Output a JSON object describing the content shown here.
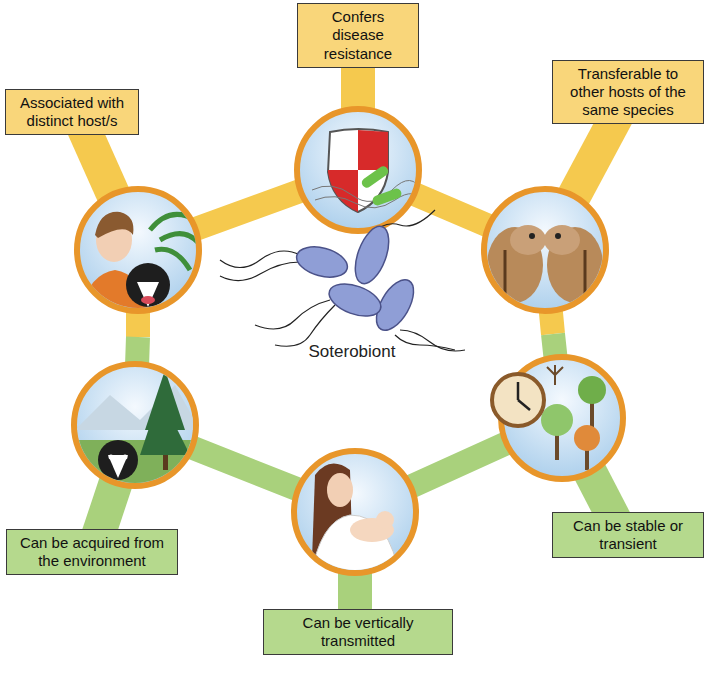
{
  "diagram": {
    "nodes": [
      {
        "text": [
          "Confers disease resistance"
        ]
      },
      {
        "text": [
          "Transferable to other hosts of the same species"
        ]
      },
      {
        "text": [
          "Can be stable or transient"
        ]
      },
      {
        "text": [
          "Can be vertically transmitted"
        ]
      },
      {
        "text": [
          "Can be acquired from the environment"
        ]
      },
      {
        "text": [
          "Associated with distinct host/s"
        ]
      }
    ],
    "labels": [
      "Soterobiont"
    ]
  }
}
